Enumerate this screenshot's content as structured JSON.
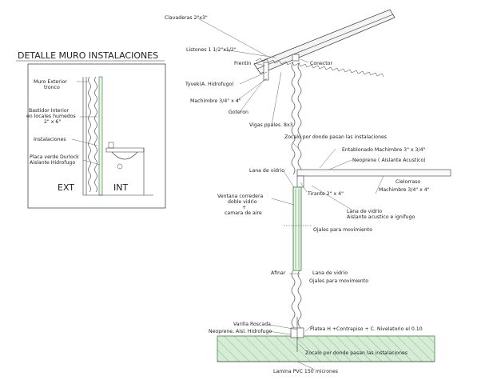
{
  "detail": {
    "title": "DETALLE MURO INSTALACIONES",
    "ext": "EXT",
    "int": "INT",
    "muro_exterior_1": "Muro Exterior",
    "muro_exterior_2": "tronco",
    "bastidor_1": "Bastidor Interior",
    "bastidor_2": "en locales humedos",
    "bastidor_3": "2\" x 6\"",
    "instalaciones": "Instalaciones",
    "placa_1": "Placa verde Durlock",
    "placa_2": "Aislante Hidrofugo"
  },
  "labels": {
    "clavaderas": "Clavaderas 2\"x3\"",
    "listones": "Listones 1 1/2\"x1/2\"",
    "frentin": "Frentin",
    "conector": "Conector",
    "tyvek": "Tyvek(A. Hidrofugo)",
    "machimbre_top": "Machimbre 3/4\" x 4\"",
    "goteron": "Goteron",
    "vigas": "Vigas ppales. 8x3",
    "zocalo": "Zocalo por donde pasan las instalaciones",
    "entablonado": "Entablonado Machimbre 3\" x 3/4\"",
    "neoprene_ac": "Neoprene ( Aislante Acustico)",
    "lana_vidrio_1": "Lana de vidrio",
    "ventana_1": "Ventana corredera",
    "ventana_2": "doble vidrio",
    "ventana_3": "+",
    "ventana_4": "camara de aire",
    "tirante": "Tirante 2\" x 4\"",
    "cielorraso_1": "Cielorraso",
    "cielorraso_2": "Machimbre 3/4\" x 4\"",
    "lana_vidrio_2a": "Lana de vidrio",
    "lana_vidrio_2b": "Aislante acustico e ignifugo",
    "ojales_1": "Ojales para movimiento",
    "afinar": "Afinar",
    "lana_vidrio_3": "Lana de vidrio",
    "ojales_2": "Ojales para movimiento",
    "varilla": "Varilla Roscada",
    "neoprene_hid": "Neoprene, Aisl. Hidrofugo",
    "platea": "Platea H +Contrapiso + C. Nivelatorio el 0.10",
    "zocalo_bottom": "Zocalo por donde pasan las instalaciones",
    "lamina": "Lamina PVC 150 micrones"
  }
}
